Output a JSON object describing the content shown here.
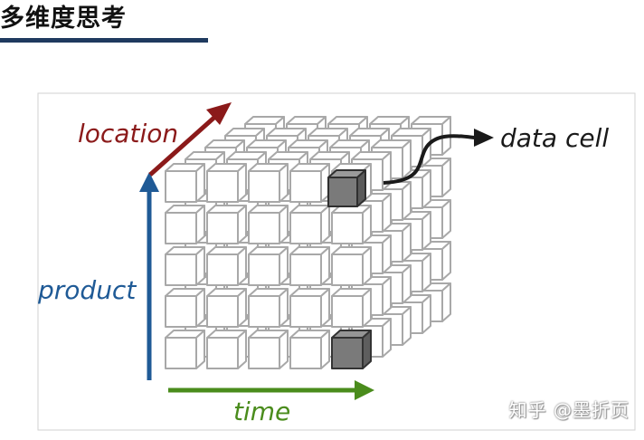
{
  "slide": {
    "title": "多维度思考"
  },
  "diagram": {
    "axes": {
      "location": {
        "label": "location",
        "color": "#8b1a1a"
      },
      "product": {
        "label": "product",
        "color": "#1f5a96"
      },
      "time": {
        "label": "time",
        "color": "#4a8c1c"
      }
    },
    "callout": {
      "label": "data cell",
      "color": "#1a1a1a"
    },
    "cube": {
      "columns": 5,
      "rows": 5,
      "depth": 5,
      "cell_stroke": "#a8a8a8",
      "highlight_fill": "#7a7a7a"
    }
  },
  "watermark": "知乎 @墨折页"
}
